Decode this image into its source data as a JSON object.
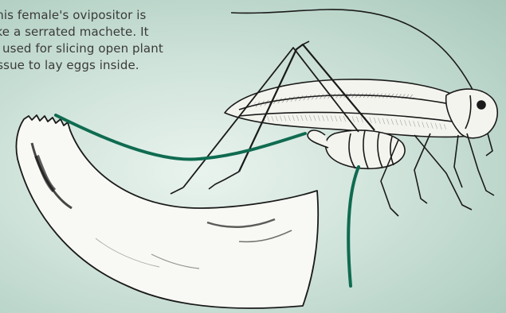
{
  "caption": {
    "lines": [
      "This female's ovipositor is",
      "like a serrated machete. It",
      "is used for slicing open plant",
      "tissue to lay eggs inside."
    ]
  },
  "colors": {
    "background": "#c4dccf",
    "pointer_line": "#0f6b50",
    "ink": "#1a1a1a",
    "text": "#3a3a3a"
  },
  "illustrations": {
    "insect": "katydid-female-drawing",
    "detail": "serrated-ovipositor-closeup"
  }
}
